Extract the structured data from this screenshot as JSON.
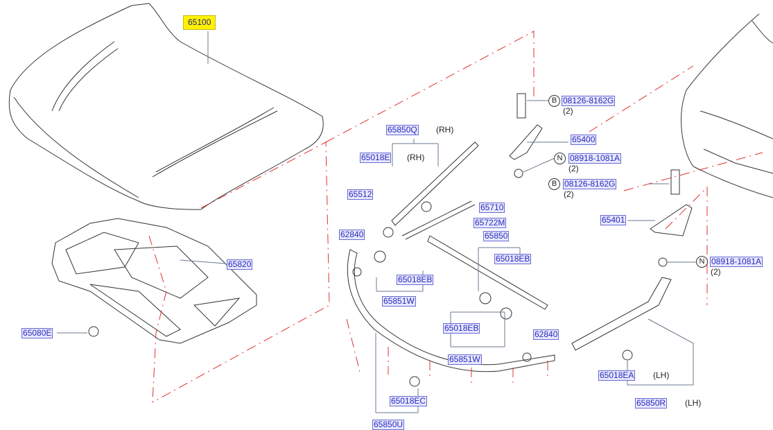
{
  "diagram": {
    "part_numbers": [
      "65100",
      "65820",
      "65080E",
      "65850Q",
      "65018E",
      "65512",
      "65710",
      "65722M",
      "62840",
      "65850",
      "65018EB",
      "65018EB",
      "65851W",
      "65018EB",
      "62840",
      "65851W",
      "65018EC",
      "65850U",
      "08126-8162G",
      "65400",
      "08918-1081A",
      "08126-8162G",
      "65401",
      "08918-1081A",
      "65018EA",
      "65850R"
    ],
    "notes": {
      "rh": "(RH)",
      "lh": "(LH)",
      "qty2": "(2)"
    },
    "callouts": {
      "bolt": "B",
      "nut": "N"
    },
    "colors": {
      "label_text": "#2a2ab8",
      "label_bg": "#e6e8ff",
      "highlight": "#fff200",
      "phantom_line": "#e03030",
      "outline": "#333333"
    }
  }
}
